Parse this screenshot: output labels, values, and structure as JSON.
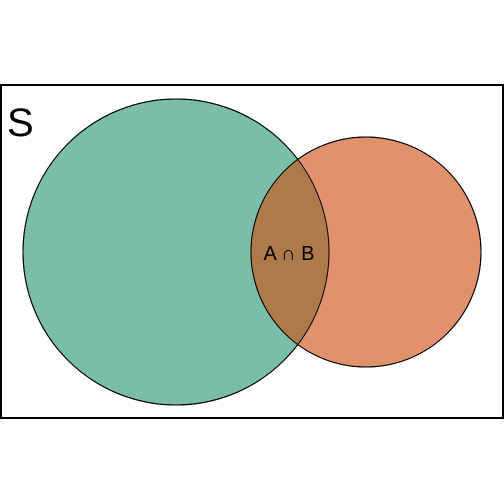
{
  "diagram": {
    "type": "venn",
    "universe": {
      "label": "S",
      "border_color": "#000000",
      "fill_color": "#ffffff"
    },
    "sets": [
      {
        "id": "A",
        "fill_color": "#7abea5",
        "stroke_color": "#000000"
      },
      {
        "id": "B",
        "fill_color": "#e1926c",
        "stroke_color": "#000000"
      }
    ],
    "intersection": {
      "label": "A ∩ B",
      "fill_color": "#ae7a4a"
    }
  }
}
